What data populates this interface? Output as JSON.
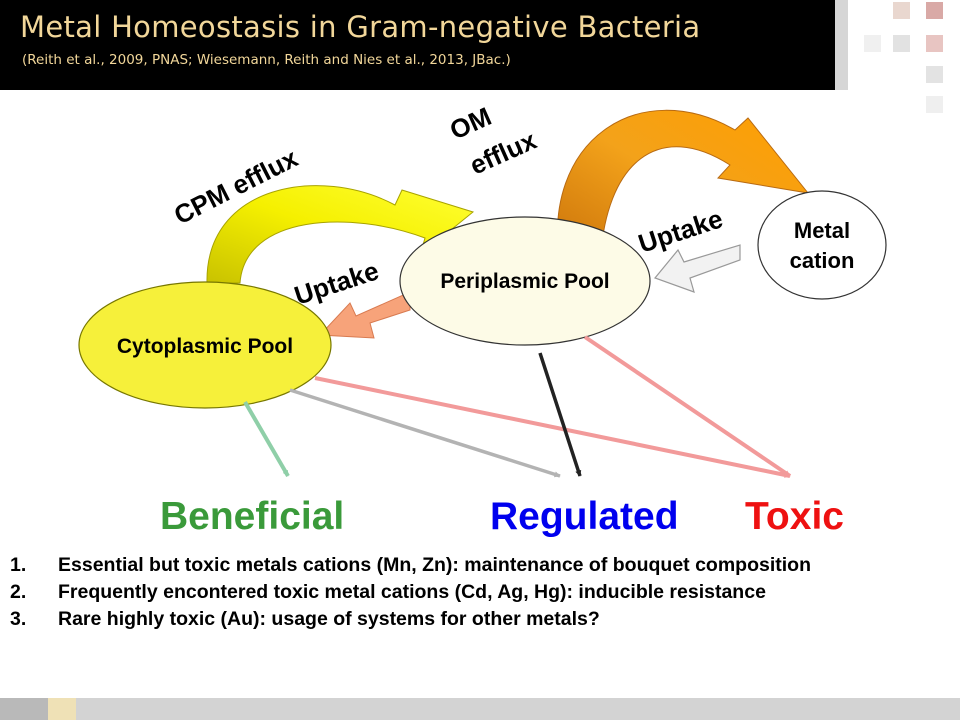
{
  "header": {
    "title": "Metal Homeostasis in Gram-negative Bacteria",
    "subtitle": "(Reith et al., 2009, PNAS; Wiesemann, Reith and Nies et al., 2013, JBac.)"
  },
  "diagram": {
    "nodes": {
      "cytoplasmic": "Cytoplasmic Pool",
      "periplasmic": "Periplasmic Pool",
      "metal_line1": "Metal",
      "metal_line2": "cation"
    },
    "arrows": {
      "cpm_efflux": "CPM efflux",
      "om_line1": "OM",
      "om_line2": "efflux",
      "uptake_inner": "Uptake",
      "uptake_outer": "Uptake"
    }
  },
  "outcomes": {
    "beneficial": "Beneficial",
    "regulated": "Regulated",
    "toxic": "Toxic"
  },
  "notes": [
    {
      "num": "1.",
      "text": "Essential but toxic metals cations (Mn, Zn): maintenance of bouquet composition"
    },
    {
      "num": "2.",
      "text": "Frequently encontered toxic metal cations (Cd, Ag, Hg): inducible resistance"
    },
    {
      "num": "3.",
      "text": "Rare highly toxic (Au): usage of systems for other metals?"
    }
  ],
  "colors": {
    "beneficial": "#3a9a3a",
    "regulated": "#0000ee",
    "toxic": "#ee1111",
    "title_text": "#f2d79a"
  }
}
